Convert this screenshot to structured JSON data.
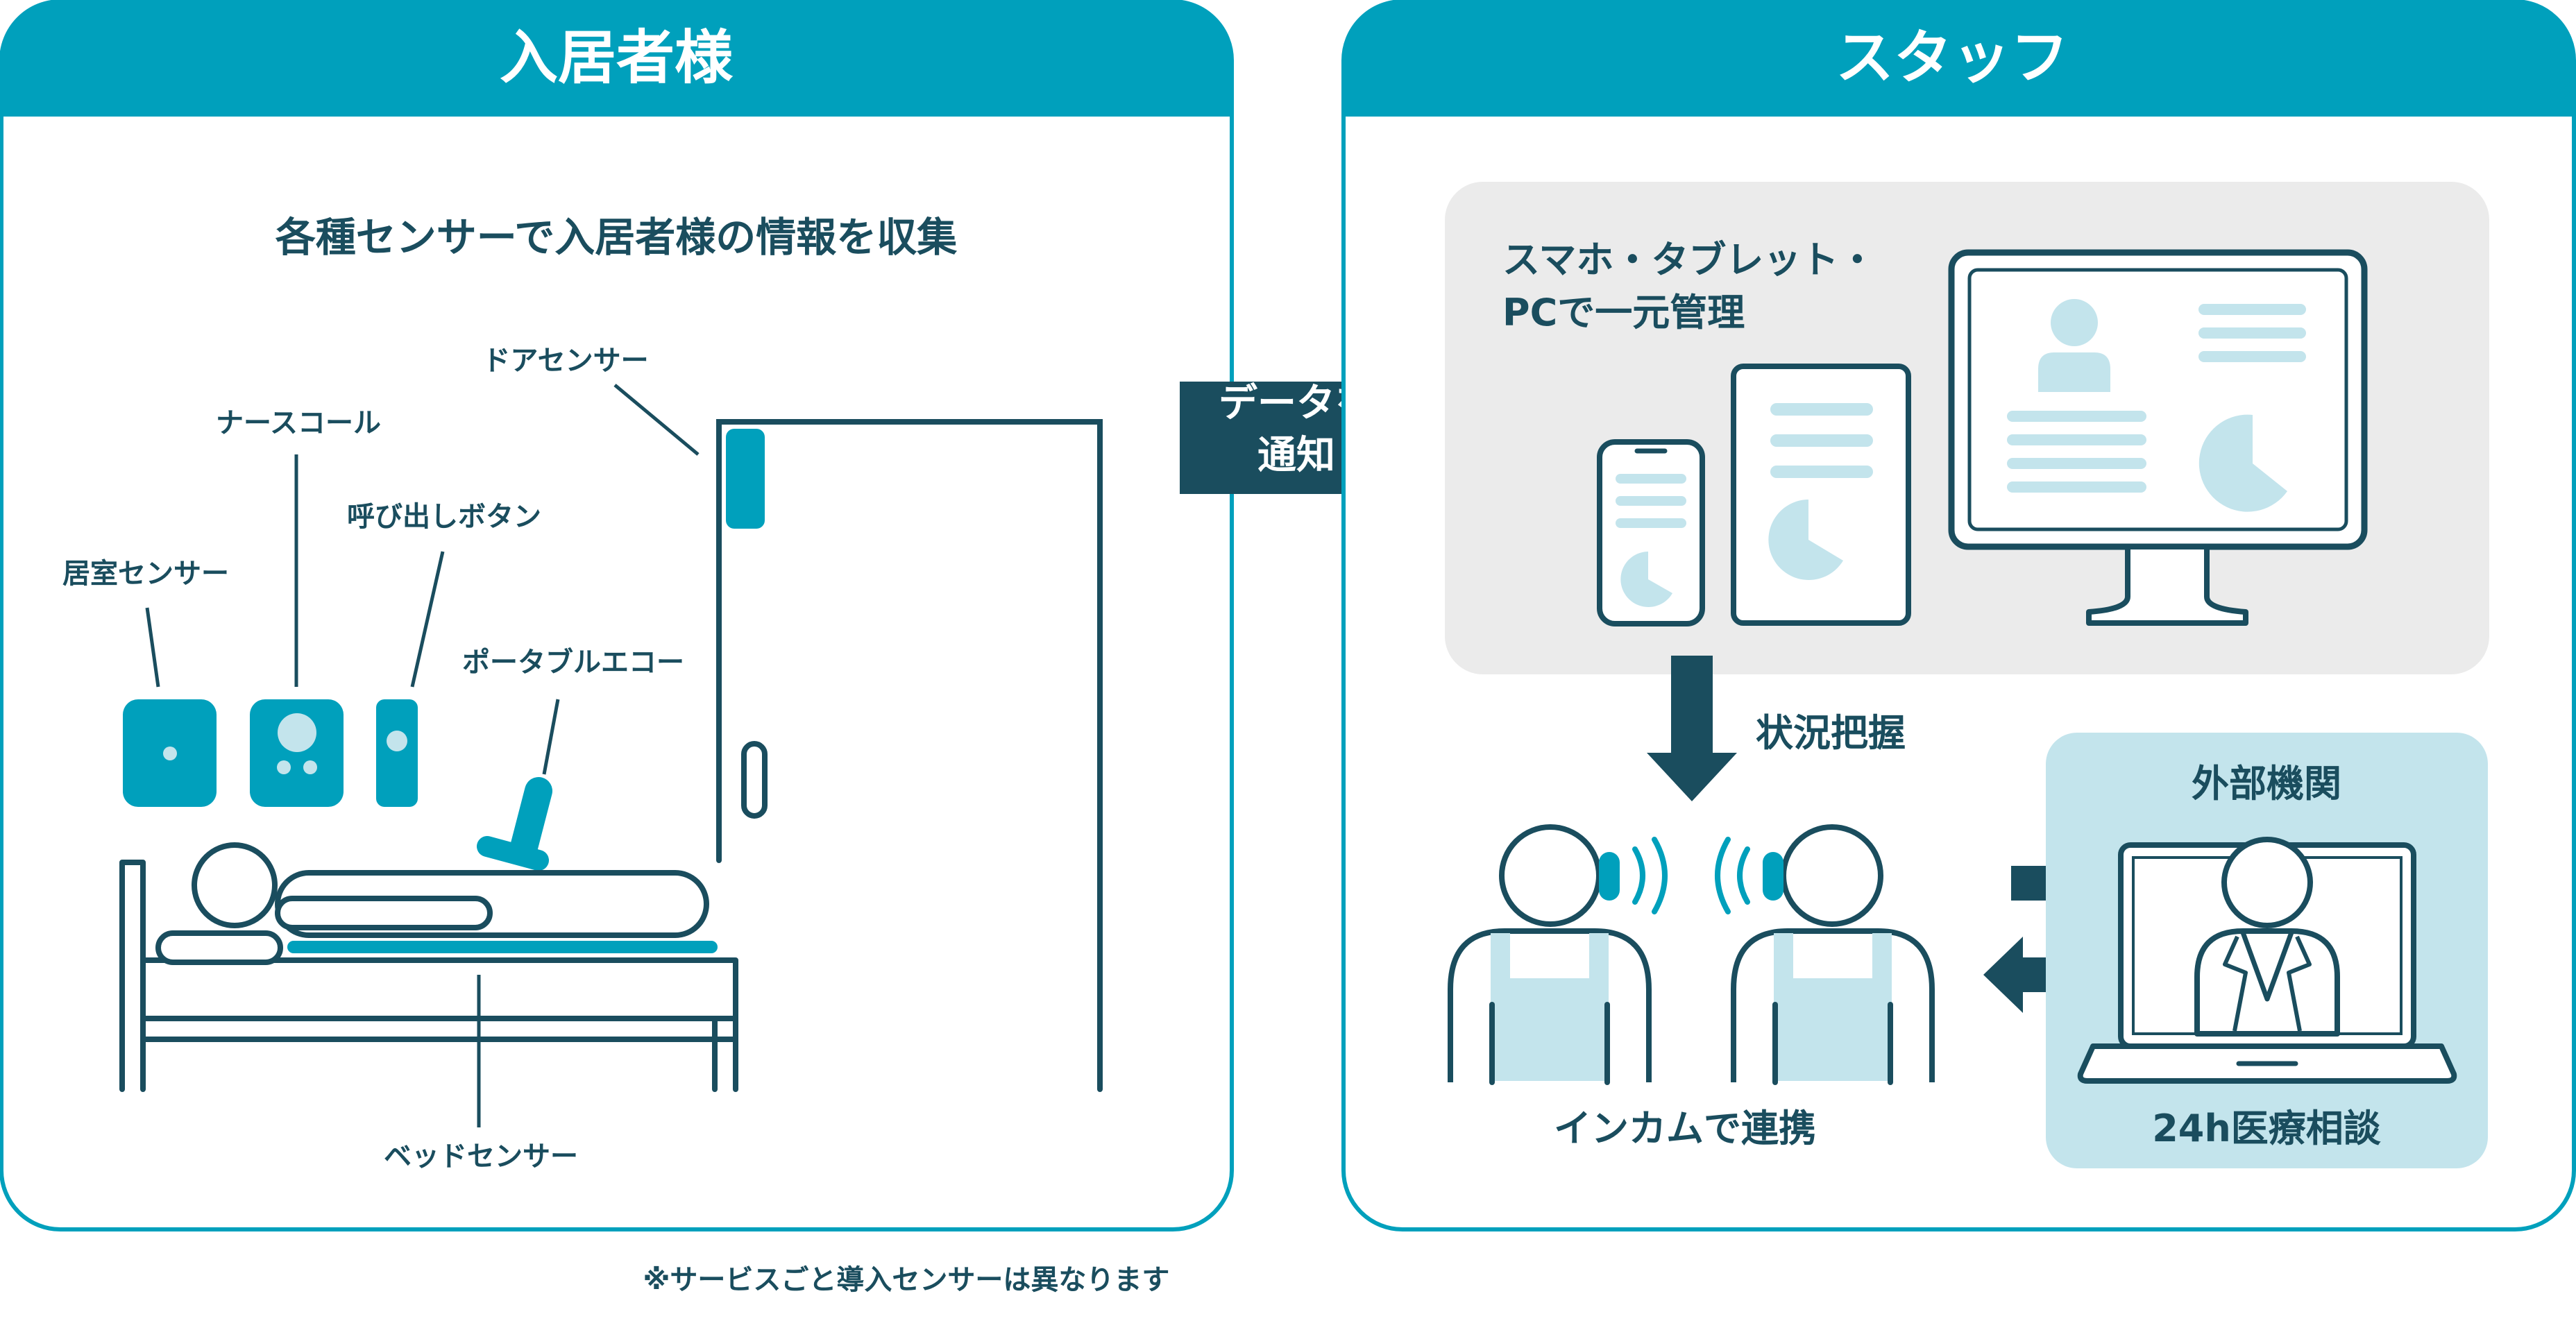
{
  "colors": {
    "teal": "#00a0bc",
    "dark": "#1a4d5e",
    "light_teal": "#c3e4ec",
    "gray_panel": "#ebebeb"
  },
  "left_panel": {
    "title": "入居者様",
    "subtitle": "各種センサーで入居者様の情報を収集",
    "labels": {
      "door_sensor": "ドアセンサー",
      "nurse_call": "ナースコール",
      "call_button": "呼び出しボタン",
      "room_sensor": "居室センサー",
      "portable_echo": "ポータブルエコー",
      "bed_sensor": "ベッドセンサー"
    }
  },
  "arrow": {
    "line1": "データを",
    "line2": "通知"
  },
  "right_panel": {
    "title": "スタッフ",
    "devices": {
      "line1": "スマホ・タブレット・",
      "line2": "PCで一元管理"
    },
    "status_label": "状況把握",
    "intercom_label": "インカムで連携",
    "external": {
      "title": "外部機関",
      "service": "24h医療相談"
    }
  },
  "footnote": "※サービスごと導入センサーは異なります",
  "icons": [
    "door-icon",
    "bed-icon",
    "person-lying-icon",
    "room-sensor-icon",
    "nurse-call-icon",
    "call-button-icon",
    "portable-echo-icon",
    "smartphone-icon",
    "tablet-icon",
    "monitor-icon",
    "staff-icon",
    "laptop-doctor-icon"
  ]
}
